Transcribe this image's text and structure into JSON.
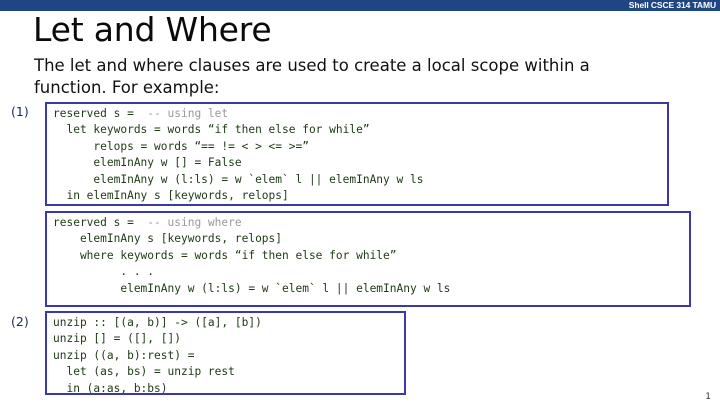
{
  "banner": {
    "label": "Shell CSCE 314 TAMU",
    "color": "#1f4682"
  },
  "slide": {
    "title": "Let and Where",
    "subtitle": "The let and where clauses are used to create a local scope within a function.  For example:",
    "page_number": "1",
    "accent_color": "#3b38a8",
    "code_color": "#1d3a14",
    "comment_color": "#9a9a9a"
  },
  "markers": {
    "one": "(1)",
    "two": "(2)"
  },
  "code_blocks": {
    "let_example": {
      "name": "reserved-using-let",
      "code_head": "reserved s =  ",
      "code_comment": "-- using let",
      "code_body": "\n  let keywords = words “if then else for while”\n      relops = words “== != < > <= >=”\n      elemInAny w [] = False\n      elemInAny w (l:ls) = w `elem` l || elemInAny w ls\n  in elemInAny s [keywords, relops]"
    },
    "where_example": {
      "name": "reserved-using-where",
      "code_head": "reserved s =  ",
      "code_comment": "-- using where",
      "code_body": "\n    elemInAny s [keywords, relops]\n    where keywords = words “if then else for while”\n          . . .\n          elemInAny w (l:ls) = w `elem` l || elemInAny w ls"
    },
    "unzip_example": {
      "name": "unzip-let",
      "code": "unzip :: [(a, b)] -> ([a], [b])\nunzip [] = ([], [])\nunzip ((a, b):rest) =\n  let (as, bs) = unzip rest\n  in (a:as, b:bs)"
    }
  }
}
